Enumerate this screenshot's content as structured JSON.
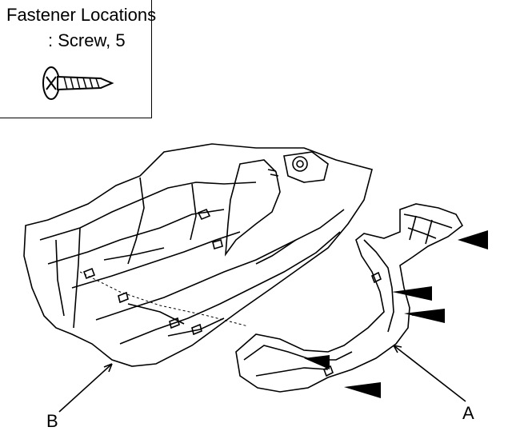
{
  "legend": {
    "title": "Fastener Locations",
    "fastener_label": ": Screw, 5",
    "icon": "screw-icon"
  },
  "callouts": {
    "a": "A",
    "b": "B"
  },
  "colors": {
    "line": "#000000",
    "background": "#ffffff"
  }
}
